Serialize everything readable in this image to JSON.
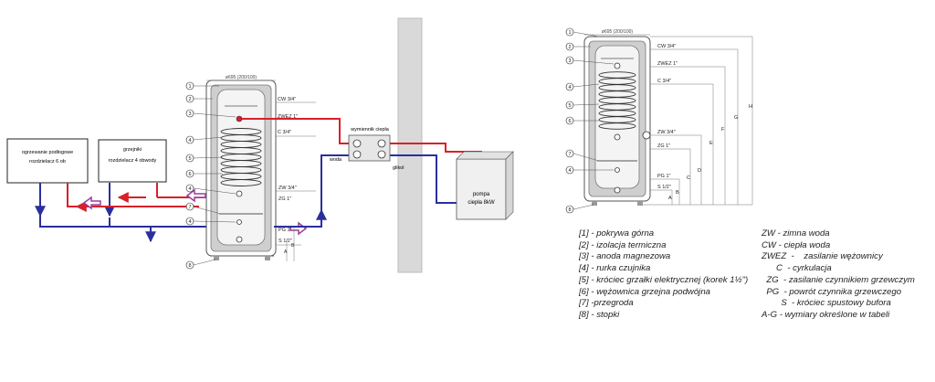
{
  "colors": {
    "supply_red": "#d8202a",
    "return_blue": "#2b2f9c",
    "wall_gray": "#d9d9d9",
    "tank_gray": "#c9c9c9",
    "arrow_purple": "#9a3f9a"
  },
  "left_diagram": {
    "underfloor_box": {
      "line1": "ogrzewanie podłogowe",
      "line2": "rozdzielacz 6 ob"
    },
    "radiator_box": {
      "line1": "grzejniki",
      "line2": "rozdzielacz 4 obwody"
    },
    "exchanger": {
      "title": "wymiennik ciepła",
      "water_label": "woda",
      "glycol_label": "glikol"
    },
    "heat_pump": {
      "line1": "pompa",
      "line2": "ciepła 8kW"
    },
    "tank": {
      "top_dim": "ø695 (200/100)",
      "callouts": [
        "1",
        "2",
        "3",
        "4",
        "5",
        "6",
        "4",
        "7",
        "4",
        "8"
      ],
      "connections": [
        "CW 3/4\"",
        "ZWEZ 1\"",
        "C 3/4\"",
        "ZW 3/4\"",
        "ZG 1\"",
        "PG 1\"",
        "S 1/2\""
      ],
      "dims": [
        "A",
        "B"
      ]
    }
  },
  "right_diagram": {
    "top_dim": "ø695 (200/100)",
    "callouts": [
      "1",
      "2",
      "3",
      "4",
      "5",
      "6",
      "7",
      "4",
      "8"
    ],
    "connections": [
      "CW 3/4\"",
      "ZWEZ 1\"",
      "C 3/4\"",
      "ZW 3/4\"",
      "ZG 1\"",
      "PG 1\"",
      "S 1/2\""
    ],
    "dims": [
      "H",
      "G",
      "F",
      "E",
      "D",
      "C",
      "B",
      "A"
    ]
  },
  "legend_left": [
    "[1] - pokrywa górna",
    "[2] - izolacja termiczna",
    "[3] - anoda magnezowa",
    "[4] - rurka czujnika",
    "[5] -   króciec grzałki elektrycznej (korek 1½\")",
    "[6] - wężownica grzejna podwójna",
    "[7] -przegroda",
    "[8] - stopki"
  ],
  "legend_right": [
    "ZW - zimna woda",
    "CW - ciepła woda",
    "ZWEZ  -    zasilanie wężownicy",
    "      C  - cyrkulacja",
    "  ZG  - zasilanie czynnikiem grzewczym",
    "  PG  - powrót czynnika grzewczego",
    "        S  - króciec spustowy bufora",
    "A-G - wymiary określone w tabeli"
  ]
}
